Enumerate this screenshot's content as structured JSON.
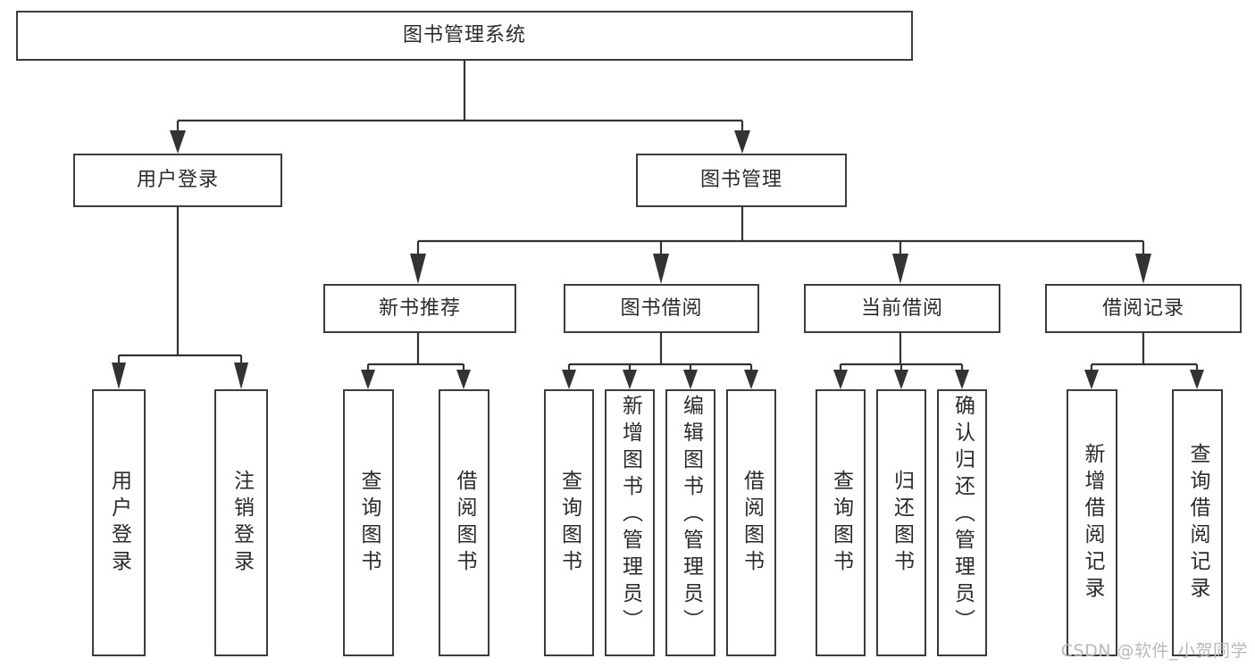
{
  "diagram": {
    "type": "hierarchy-tree",
    "title": "图书管理系统",
    "root": {
      "label": "图书管理系统"
    },
    "level2": [
      {
        "label": "用户登录"
      },
      {
        "label": "图书管理"
      }
    ],
    "level3": [
      {
        "label": "新书推荐"
      },
      {
        "label": "图书借阅"
      },
      {
        "label": "当前借阅"
      },
      {
        "label": "借阅记录"
      }
    ],
    "leaves": {
      "user_login": [
        {
          "label": "用户登录"
        },
        {
          "label": "注销登录"
        }
      ],
      "new_book_recommend": [
        {
          "label": "查询图书"
        },
        {
          "label": "借阅图书"
        }
      ],
      "book_borrow": [
        {
          "label": "查询图书"
        },
        {
          "label": "新增图书（管理员）"
        },
        {
          "label": "编辑图书（管理员）"
        },
        {
          "label": "借阅图书"
        }
      ],
      "current_borrow": [
        {
          "label": "查询图书"
        },
        {
          "label": "归还图书"
        },
        {
          "label": "确认归还（管理员）"
        }
      ],
      "borrow_record": [
        {
          "label": "新增借阅记录"
        },
        {
          "label": "查询借阅记录"
        }
      ]
    }
  },
  "watermark": {
    "text": "CSDN @软件_小贺同学"
  },
  "colors": {
    "box_border": "#3c3c3c",
    "line": "#333333",
    "text": "#2b2b2b",
    "background": "#ffffff",
    "watermark": "#b9b9b9"
  }
}
